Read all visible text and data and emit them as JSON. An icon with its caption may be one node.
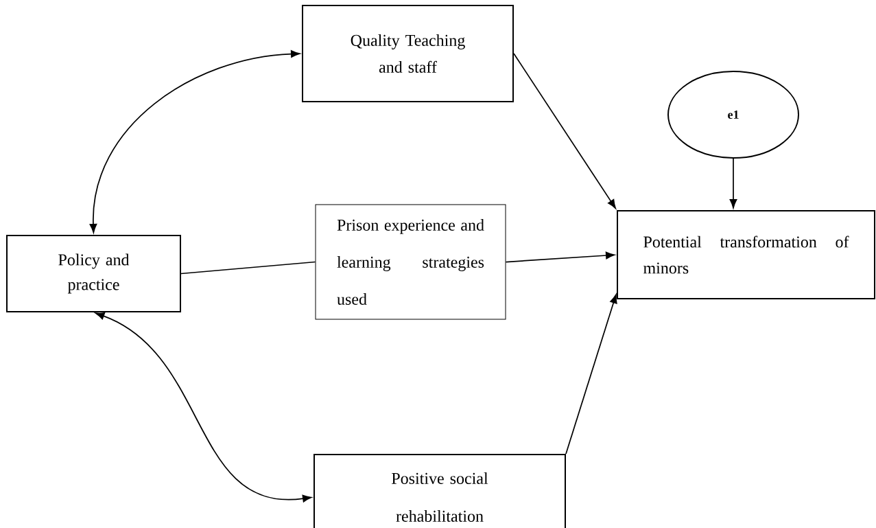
{
  "diagram": {
    "nodes": [
      {
        "text": [
          "Quality Teaching and staff"
        ]
      },
      {
        "text": [
          "e1"
        ]
      },
      {
        "text": [
          "Policy and practice"
        ]
      },
      {
        "text": [
          "Prison experience and learning strategies used"
        ]
      },
      {
        "text": [
          "Potential transformation of minors"
        ]
      },
      {
        "text": [
          "Positive social rehabilitation"
        ]
      }
    ],
    "edges": [
      {
        "from": 2,
        "to": 0,
        "arrow": "both"
      },
      {
        "from": 0,
        "to": 4,
        "arrow": "to"
      },
      {
        "from": 1,
        "to": 4,
        "arrow": "to"
      },
      {
        "from": 2,
        "to": 3,
        "arrow": "none"
      },
      {
        "from": 3,
        "to": 4,
        "arrow": "to"
      },
      {
        "from": 2,
        "to": 5,
        "arrow": "both"
      },
      {
        "from": 5,
        "to": 4,
        "arrow": "to"
      }
    ]
  }
}
